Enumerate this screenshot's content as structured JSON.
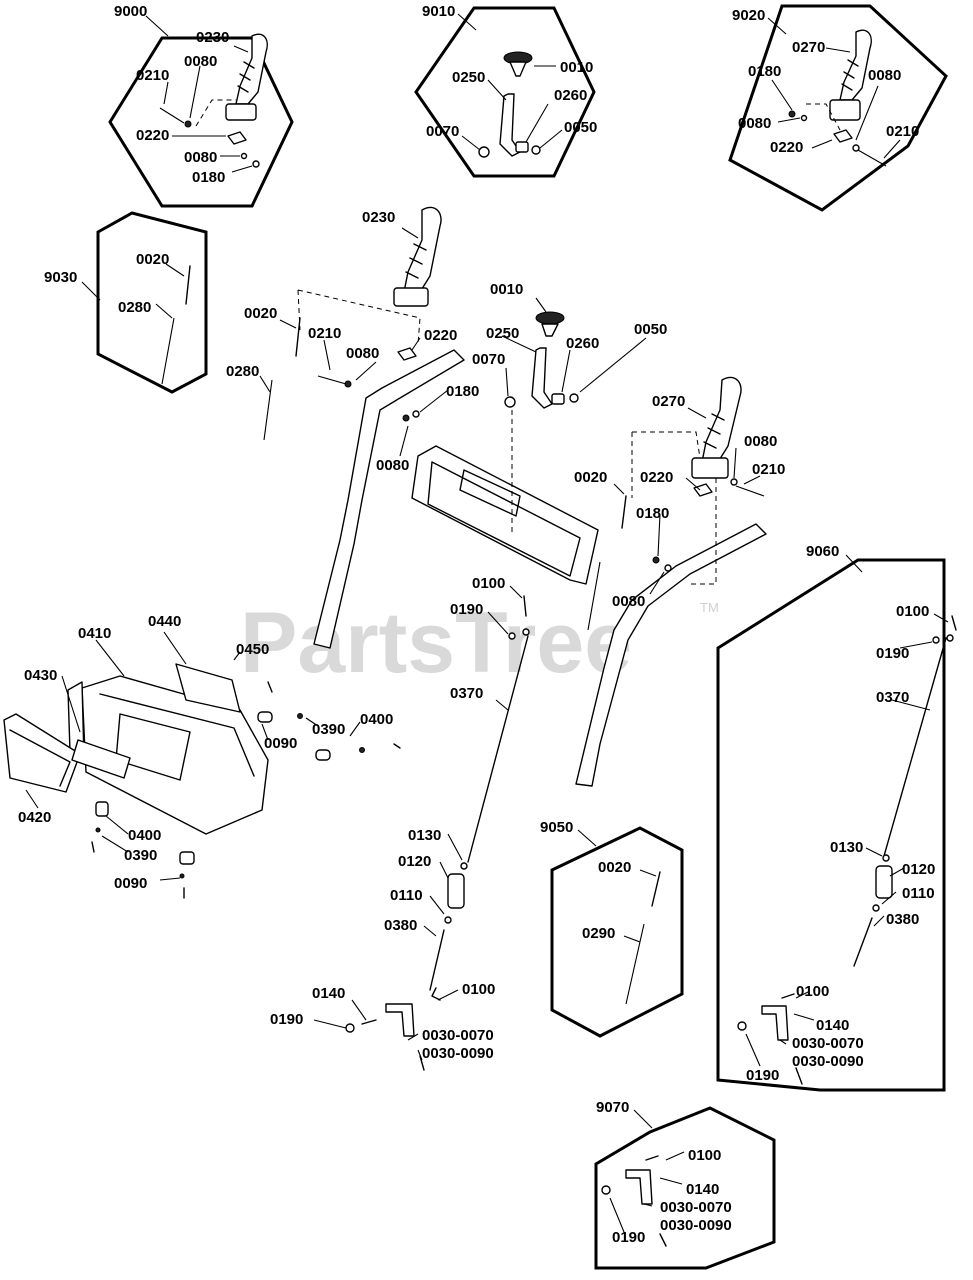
{
  "watermark": {
    "text": "PartsTree",
    "tm": "TM"
  },
  "inset_labels": {
    "i9000": "9000",
    "i9010": "9010",
    "i9020": "9020",
    "i9030": "9030",
    "i9050": "9050",
    "i9060": "9060",
    "i9070": "9070"
  },
  "parts": {
    "p0010": "0010",
    "p0020": "0020",
    "p0030_0070": "0030-0070",
    "p0030_0090": "0030-0090",
    "p0050": "0050",
    "p0070": "0070",
    "p0080": "0080",
    "p0090": "0090",
    "p0100": "0100",
    "p0110": "0110",
    "p0120": "0120",
    "p0130": "0130",
    "p0140": "0140",
    "p0180": "0180",
    "p0190": "0190",
    "p0210": "0210",
    "p0220": "0220",
    "p0230": "0230",
    "p0250": "0250",
    "p0260": "0260",
    "p0270": "0270",
    "p0280": "0280",
    "p0290": "0290",
    "p0370": "0370",
    "p0380": "0380",
    "p0390": "0390",
    "p0400": "0400",
    "p0410": "0410",
    "p0420": "0420",
    "p0430": "0430",
    "p0440": "0440",
    "p0450": "0450"
  }
}
